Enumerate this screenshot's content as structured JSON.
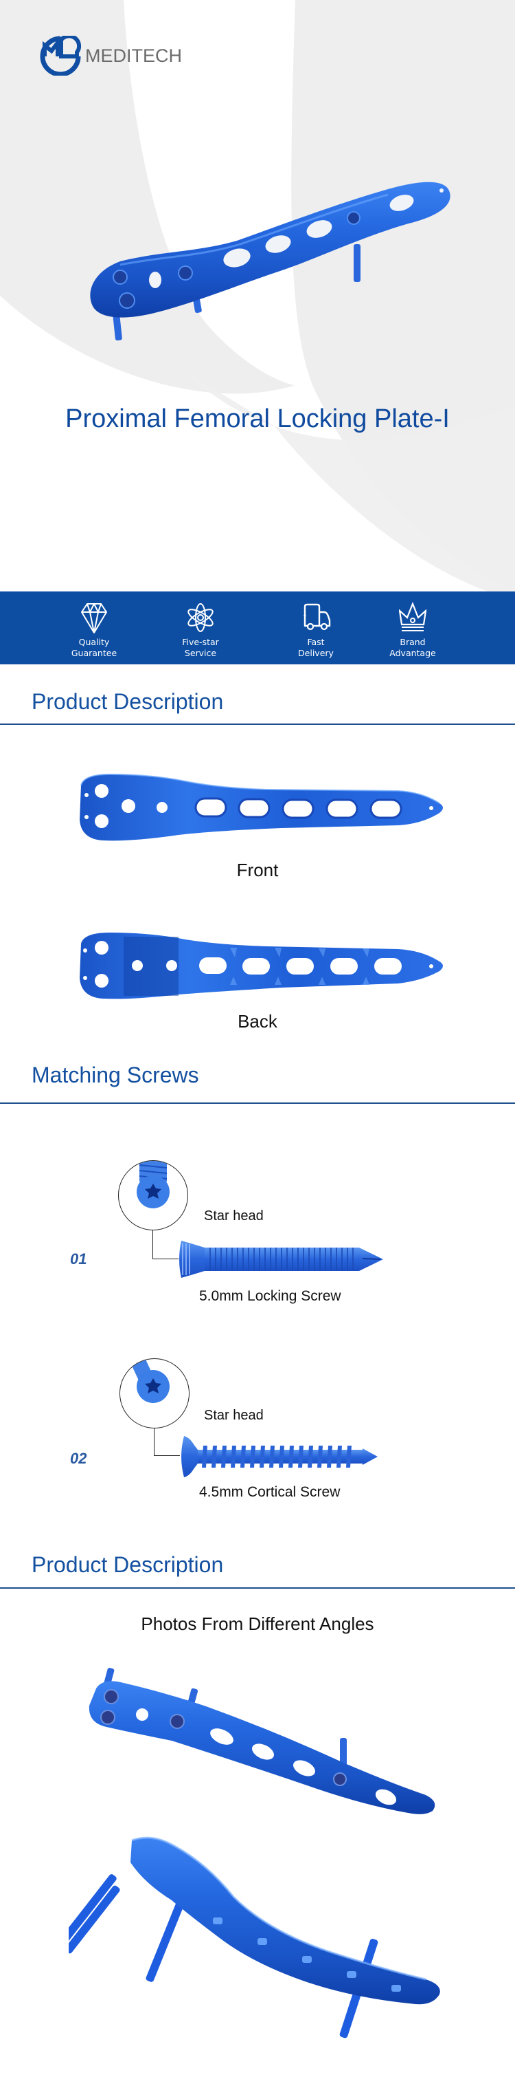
{
  "brand": {
    "name": "MEDITECH",
    "logo_icon": "md-logo-icon",
    "logo_color": "#0f4ea3"
  },
  "hero": {
    "title": "Proximal Femoral Locking Plate-I",
    "image": "proximal-femoral-locking-plate-hero"
  },
  "features": [
    {
      "icon": "diamond-icon",
      "line1": "Quality",
      "line2": "Guarantee"
    },
    {
      "icon": "atom-icon",
      "line1": "Five-star",
      "line2": "Service"
    },
    {
      "icon": "truck-icon",
      "line1": "Fast",
      "line2": "Delivery"
    },
    {
      "icon": "crown-icon",
      "line1": "Brand",
      "line2": "Advantage"
    }
  ],
  "sections": {
    "product_description_1": {
      "title": "Product Description",
      "views": [
        {
          "label": "Front"
        },
        {
          "label": "Back"
        }
      ]
    },
    "matching_screws": {
      "title": "Matching Screws",
      "items": [
        {
          "number": "01",
          "head_label": "Star head",
          "name": "5.0mm Locking Screw"
        },
        {
          "number": "02",
          "head_label": "Star head",
          "name": "4.5mm Cortical Screw"
        }
      ]
    },
    "product_description_2": {
      "title": "Product Description",
      "subtitle": "Photos From Different Angles"
    }
  },
  "colors": {
    "brand_blue": "#0d4ea3",
    "heading_blue": "#1450a0",
    "implant_blue": "#1f63d8",
    "hero_gray": "#eeeeee"
  }
}
